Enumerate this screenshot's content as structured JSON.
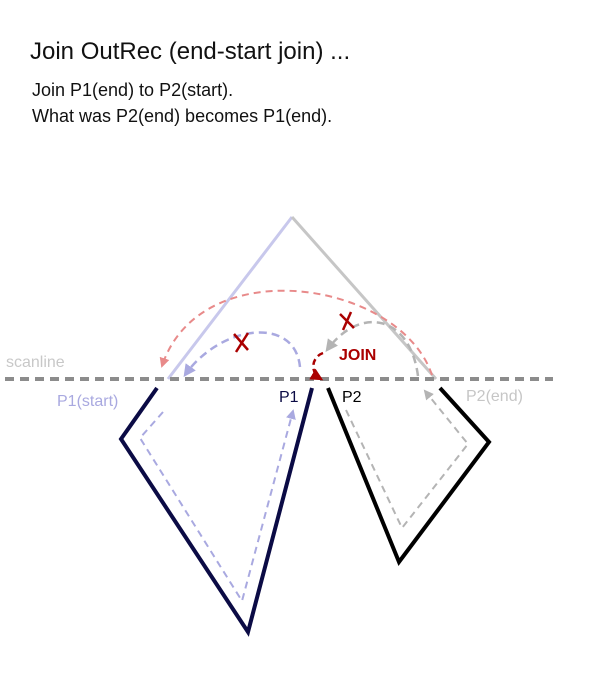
{
  "title": "Join OutRec (end-start join) ...",
  "description": {
    "line1": "Join P1(end) to P2(start).",
    "line2": "What was P2(end) becomes P1(end)."
  },
  "labels": {
    "scanline": "scanline",
    "p1_start": "P1(start)",
    "p1": "P1",
    "p2": "P2",
    "p2_end": "P2(end)",
    "join": "JOIN"
  },
  "colors": {
    "p1_outline": "#0b0b45",
    "p1_guide": "#a9a9e0",
    "p2_outline": "#000000",
    "p2_guide": "#b4b4b4",
    "old_p1_edge": "#c8c8ec",
    "old_p2_edge": "#c6c6c6",
    "scanline": "#8c8c8c",
    "join_accent": "#aa0000",
    "old_link": "#e88a8a"
  }
}
